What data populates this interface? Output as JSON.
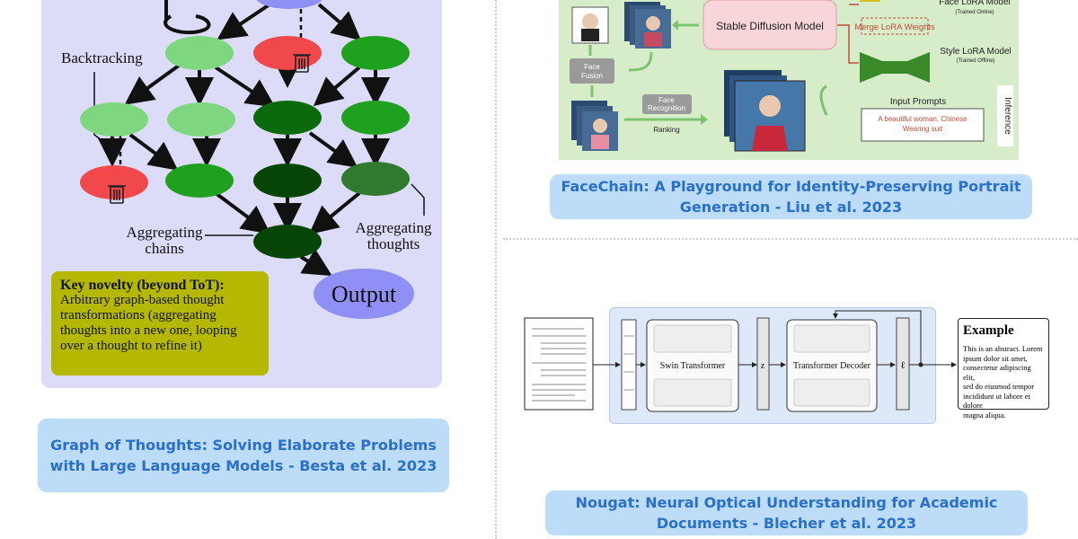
{
  "got": {
    "backtracking": "Backtracking",
    "aggregating_chains": [
      "Aggregating",
      "chains"
    ],
    "aggregating_thoughts": [
      "Aggregating",
      "thoughts"
    ],
    "output": "Output",
    "key_title": "Key novelty (beyond ToT):",
    "key_body": "Arbitrary graph-based thought transformations (aggregating thoughts into a new one, looping over a thought to refine it)",
    "caption_line1": "Graph of Thoughts: Solving Elaborate Problems",
    "caption_line2": "with Large Language Models - Besta et al. 2023",
    "colors": {
      "light": "#7ed67e",
      "mid": "#1fa01f",
      "dark": "#0b6a0b",
      "darker": "#064506",
      "olive": "#2f7a2f",
      "red": "#f0484b",
      "output": "#8f8ff5"
    }
  },
  "facechain": {
    "face_lora": "Face LoRA Model",
    "trained_online": "(Trained Online)",
    "stable_diffusion": "Stable Diffusion Model",
    "merge": "Merge LoRA Weights",
    "style_lora": "Style LoRA Model",
    "trained_offline": "(Trained Offline)",
    "face_fusion": [
      "Face",
      "Fusion"
    ],
    "face_recognition": [
      "Face",
      "Recognition"
    ],
    "ranking": "Ranking",
    "input_prompts": "Input Prompts",
    "prompt_text": [
      "A beautiful woman, Chinese",
      "Wearing suit"
    ],
    "inference": "Inference",
    "caption_line1": "FaceChain: A Playground for Identity-Preserving Portrait",
    "caption_line2": "Generation - Liu et al. 2023"
  },
  "nougat": {
    "swin": "Swin Transformer",
    "z": "z",
    "decoder": "Transformer Decoder",
    "ell": "ℓ",
    "example_title": "Example",
    "example_body": [
      "This is an abstract. Lorem",
      "ipsum dolor sit amet,",
      "consectetur adipiscing elit,",
      "sed do eiusmod tempor",
      "incididunt ut labore et dolore",
      "magna aliqua."
    ],
    "caption_line1": "Nougat: Neural Optical Understanding for Academic",
    "caption_line2": "Documents - Blecher et al. 2023"
  }
}
